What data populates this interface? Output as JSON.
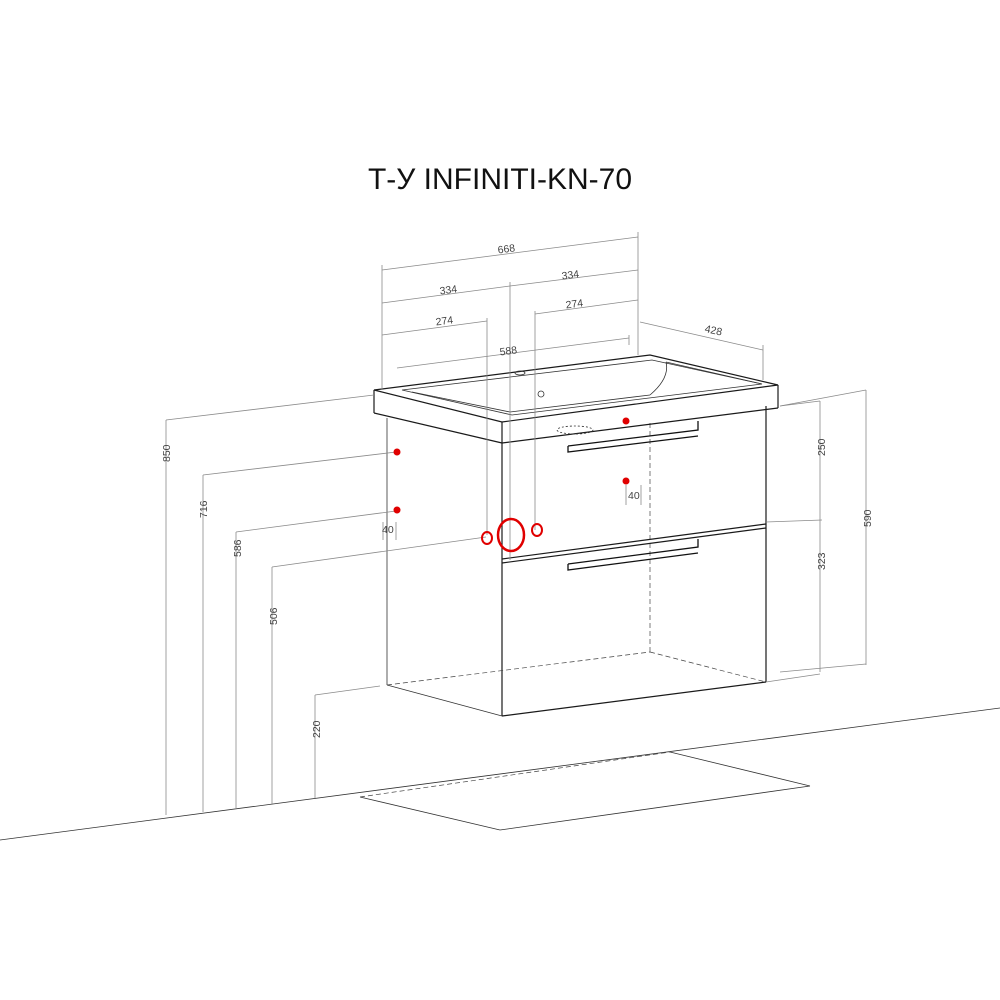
{
  "title": "Т-У INFINITI-KN-70",
  "dimensions": {
    "width_total": "668",
    "half_left": "334",
    "half_right": "334",
    "left_offset": "274",
    "right_offset": "274",
    "basin_width": "588",
    "depth": "428",
    "height_total": "850",
    "height_716": "716",
    "height_586": "586",
    "height_506": "506",
    "floor_gap": "220",
    "top_drawer": "250",
    "bottom_drawer": "323",
    "cabinet_height": "590",
    "offset_left_40": "40",
    "offset_right_40": "40"
  },
  "colors": {
    "marker": "#e00000",
    "dimension": "#8a8a8a",
    "outline": "#1a1a1a"
  }
}
